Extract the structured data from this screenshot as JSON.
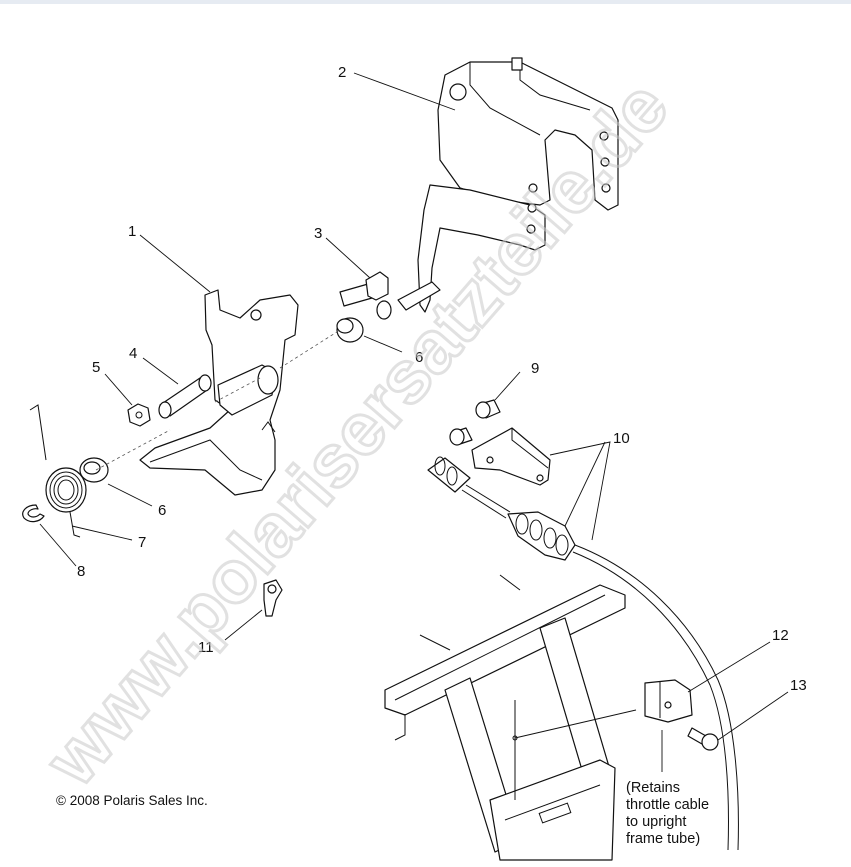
{
  "callouts": [
    "1",
    "2",
    "3",
    "4",
    "5",
    "6",
    "6",
    "7",
    "8",
    "9",
    "10",
    "11",
    "12",
    "13"
  ],
  "note_lines": [
    "(Retains",
    "throttle cable",
    "to upright",
    "frame tube)"
  ],
  "copyright": "© 2008 Polaris Sales Inc.",
  "watermark": "www.polarisersatzteile.de",
  "colors": {
    "ink": "#111111",
    "watermark": "#c9c9c9",
    "topbar": "#e6ebf2"
  }
}
